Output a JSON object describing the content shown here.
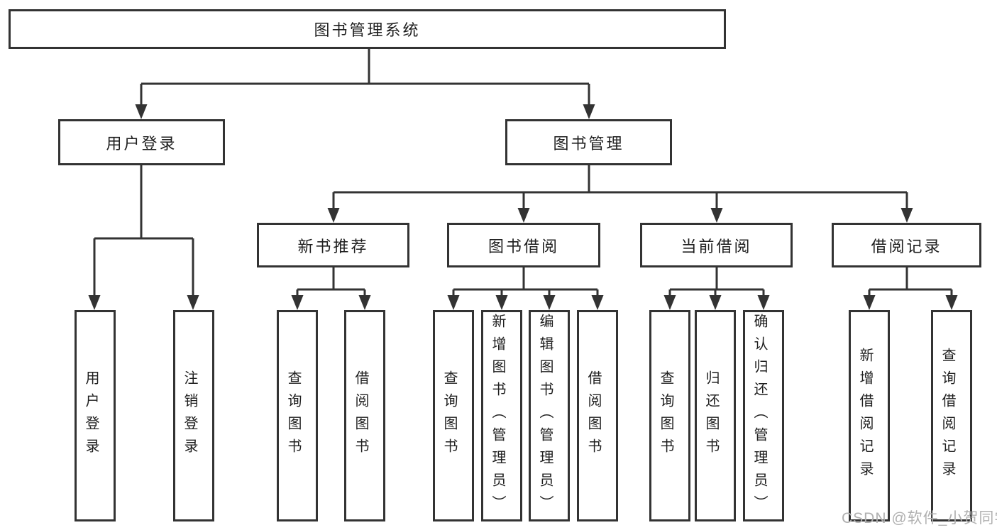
{
  "diagram": {
    "root": "图书管理系统",
    "user_login": {
      "label": "用户登录",
      "children": [
        "用户登录",
        "注销登录"
      ]
    },
    "book_mgmt": {
      "label": "图书管理",
      "sections": [
        {
          "label": "新书推荐",
          "children": [
            "查询图书",
            "借阅图书"
          ]
        },
        {
          "label": "图书借阅",
          "children": [
            "查询图书",
            "新增图书（管理员）",
            "编辑图书（管理员）",
            "借阅图书"
          ]
        },
        {
          "label": "当前借阅",
          "children": [
            "查询图书",
            "归还图书",
            "确认归还（管理员）"
          ]
        },
        {
          "label": "借阅记录",
          "children": [
            "新增借阅记录",
            "查询借阅记录"
          ]
        }
      ]
    }
  },
  "watermark": "CSDN @软件_小贺同学",
  "colors": {
    "line": "#333333",
    "text": "#1f1f1f",
    "watermark": "#b0b0b0",
    "background": "#ffffff"
  }
}
